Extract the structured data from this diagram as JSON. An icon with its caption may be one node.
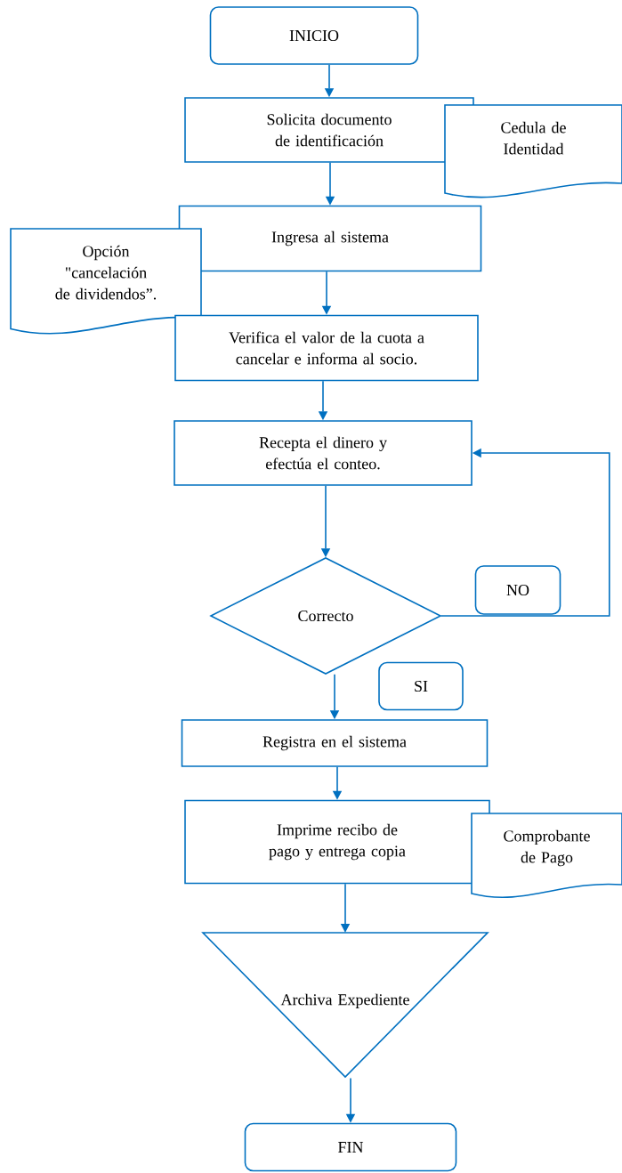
{
  "diagram": {
    "nodes": [
      {
        "text": [
          "INICIO"
        ]
      },
      {
        "text": [
          "Solicita documento de identificación"
        ]
      },
      {
        "text": [
          "Cedula de Identidad"
        ]
      },
      {
        "text": [
          "Ingresa al sistema"
        ]
      },
      {
        "text": [
          "Opción \"cancelación de dividendos”."
        ]
      },
      {
        "text": [
          "Verifica el valor de la cuota a cancelar e informa al socio."
        ]
      },
      {
        "text": [
          "Recepta el dinero y efectúa el conteo."
        ]
      },
      {
        "text": [
          "NO"
        ]
      },
      {
        "text": [
          "Correcto"
        ]
      },
      {
        "text": [
          "SI"
        ]
      },
      {
        "text": [
          "Registra en el sistema"
        ]
      },
      {
        "text": [
          "Imprime recibo de pago y entrega copia"
        ]
      },
      {
        "text": [
          "Comprobante de Pago"
        ]
      },
      {
        "text": [
          "Archiva Expediente"
        ]
      },
      {
        "text": [
          "FIN"
        ]
      }
    ],
    "edges": [
      {
        "from": 0,
        "to": 1,
        "arrow": "to"
      },
      {
        "from": 1,
        "to": 3,
        "arrow": "to"
      },
      {
        "from": 3,
        "to": 5,
        "arrow": "to"
      },
      {
        "from": 5,
        "to": 6,
        "arrow": "to"
      },
      {
        "from": 6,
        "to": 8,
        "arrow": "to"
      },
      {
        "from": 8,
        "to": 6,
        "arrow": "to"
      },
      {
        "from": 8,
        "to": 10,
        "arrow": "to"
      },
      {
        "from": 10,
        "to": 11,
        "arrow": "to"
      },
      {
        "from": 11,
        "to": 13,
        "arrow": "to"
      },
      {
        "from": 13,
        "to": 14,
        "arrow": "to"
      }
    ]
  }
}
